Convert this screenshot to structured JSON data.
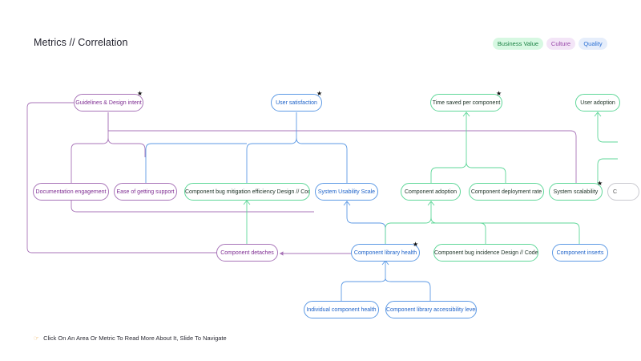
{
  "page": {
    "title": "Metrics // Correlation",
    "hint_icon": "pointing-hand-icon",
    "hint": "Click On An Area Or Metric To Read More About It, Slide To Navigate"
  },
  "legend": [
    {
      "label": "Business Value",
      "color": "#5fd799"
    },
    {
      "label": "Culture",
      "color": "#a874b8"
    },
    {
      "label": "Quality",
      "color": "#5d9ae5"
    }
  ],
  "nodes": {
    "guidelines": {
      "label": "Guidelines & Design intent",
      "starred": true
    },
    "user_satisfaction": {
      "label": "User satisfaction",
      "starred": true
    },
    "time_saved": {
      "label": "Time saved per component",
      "starred": true
    },
    "user_adoption": {
      "label": "User adoption",
      "starred": false
    },
    "doc_engagement": {
      "label": "Documentation engagement",
      "starred": false
    },
    "ease_support": {
      "label": "Ease of getting support",
      "starred": false
    },
    "bug_mitigation": {
      "label": "Component bug mitigation efficiency  Design  //  Code",
      "starred": false
    },
    "sus": {
      "label": "System Usability Scale",
      "starred": false
    },
    "comp_adoption": {
      "label": "Component adoption",
      "starred": false
    },
    "deploy_rate": {
      "label": "Component deployment rate",
      "starred": false
    },
    "scalability": {
      "label": "System scalability",
      "starred": true
    },
    "offscreen": {
      "label": "C",
      "starred": false
    },
    "detaches": {
      "label": "Component detaches",
      "starred": false
    },
    "lib_health": {
      "label": "Component library health",
      "starred": true
    },
    "bug_incidence": {
      "label": "Component bug incidence  Design  //  Code",
      "starred": false
    },
    "inserts": {
      "label": "Component inserts",
      "starred": false
    },
    "individual_health": {
      "label": "Individual component health",
      "starred": false
    },
    "accessibility": {
      "label": "Component library accessibility level",
      "starred": false
    }
  },
  "star_glyph": "★"
}
